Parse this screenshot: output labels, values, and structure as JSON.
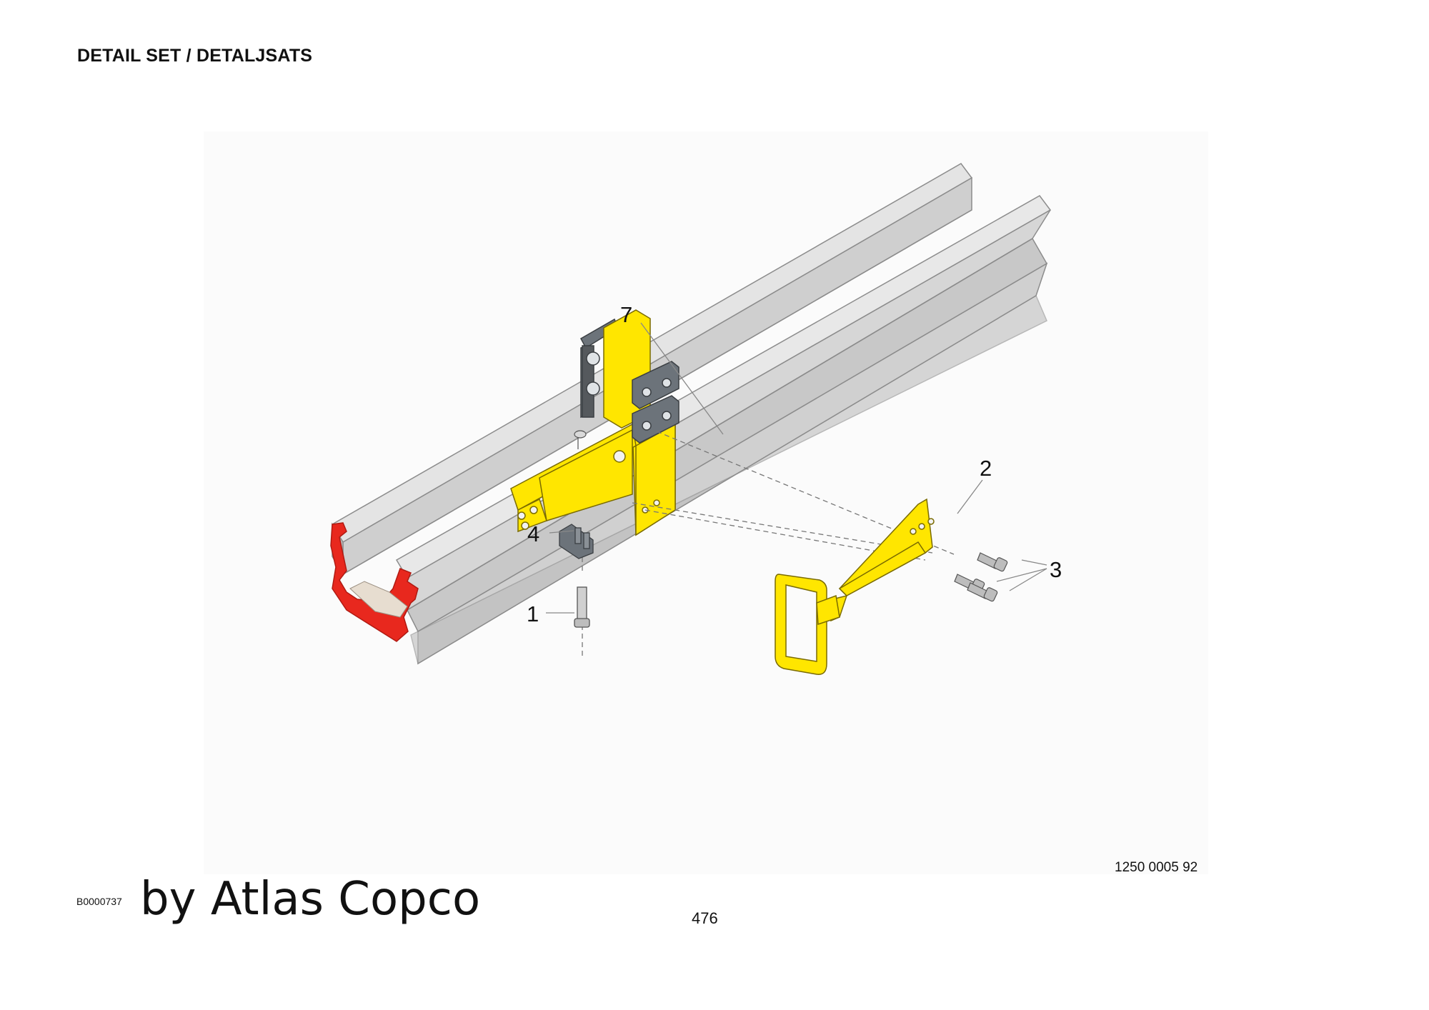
{
  "header": {
    "title": "DETAIL SET / DETALJSATS"
  },
  "drawing": {
    "callouts": {
      "c7": "7",
      "c2": "2",
      "c4": "4",
      "c3": "3",
      "c1": "1"
    },
    "drawing_number": "1250 0005 92",
    "colors": {
      "rail": "#d8d8d8",
      "rail_edge": "#8c8c8c",
      "section": "#e8281e",
      "bracket": "#ffe600",
      "clamp": "#6c737a",
      "background": "#fbfbfb"
    }
  },
  "footer": {
    "doc_code": "B0000737",
    "brand": "by Atlas Copco",
    "page_number": "476"
  }
}
